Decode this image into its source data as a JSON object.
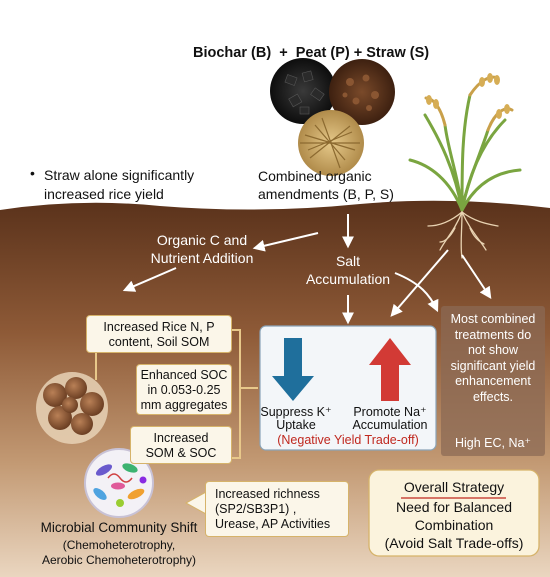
{
  "header": {
    "title": "Biochar (B)  +  Peat (P) + Straw (S)"
  },
  "note_left": {
    "bullet": "•",
    "line1": "Straw alone significantly",
    "line2": "increased rice yield"
  },
  "combined": {
    "line1": "Combined organic",
    "line2": "amendments (B, P, S)"
  },
  "path_left": {
    "line1": "Organic C and",
    "line2": "Nutrient Addition"
  },
  "path_mid": {
    "line1": "Salt",
    "line2": "Accumulation"
  },
  "right_box": {
    "line1": "Most combined",
    "line2": "treatments do",
    "line3": "not show",
    "line4": "significant yield",
    "line5": "enhancement",
    "line6": "effects.",
    "footer": "High EC, Na⁺"
  },
  "boxes": {
    "rice_np": {
      "line1": "Increased Rice N, P",
      "line2": "content, Soil SOM"
    },
    "soc": {
      "line1": "Enhanced SOC",
      "line2": "in 0.053-0.25",
      "line3": "mm aggregates"
    },
    "som_soc": {
      "line1": "Increased",
      "line2": "SOM & SOC"
    },
    "richness": {
      "line1": "Increased richness",
      "line2": "(SP2/SB3P1) ,",
      "line3": "Urease, AP Activities"
    }
  },
  "tradeoff": {
    "suppress_line1": "Suppress K⁺",
    "suppress_line2": "Uptake",
    "promote_line1": "Promote Na⁺",
    "promote_line2": "Accumulation",
    "negative": "(Negative Yield Trade-off)"
  },
  "microbial": {
    "title": "Microbial Community Shift",
    "line2": "(Chemoheterotrophy,",
    "line3": "Aerobic Chemoheterotrophy)"
  },
  "strategy": {
    "line1": "Overall Strategy",
    "line2": "Need for Balanced",
    "line3": "Combination",
    "line4": "(Avoid Salt Trade-offs)"
  },
  "colors": {
    "soil_top": "#6b3f22",
    "soil_mid": "#a4704a",
    "soil_bottom": "#e2c7aa",
    "box_fill": "#fbf6e9",
    "box_border": "#d6b36a",
    "down_arrow": "#1f6f9c",
    "up_arrow": "#d23a35",
    "negative_text": "#c0281f"
  }
}
